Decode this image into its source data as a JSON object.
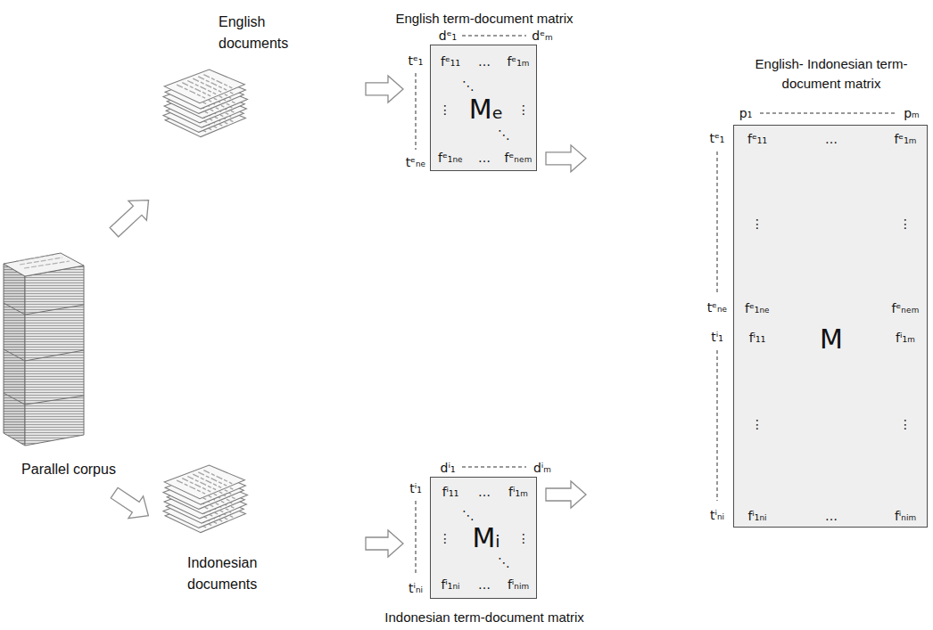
{
  "diagram": {
    "nodes": [
      {
        "text": [
          "Parallel corpus"
        ]
      },
      {
        "text": [
          "English documents"
        ]
      },
      {
        "text": [
          "Indonesian documents"
        ]
      },
      {
        "text": [
          "English term-document matrix",
          "fᵉ₁₁",
          "…",
          "fᵉ₁ₘ",
          "⋱",
          "⋮",
          "Mₑ",
          "⋮",
          "⋱",
          "fᵉ₁ₙₑ",
          "…",
          "fᵉₙₑₘ"
        ]
      },
      {
        "text": [
          "fⁱ₁₁",
          "…",
          "fⁱ₁ₘ",
          "⋱",
          "⋮",
          "Mᵢ",
          "⋮",
          "⋱",
          "fⁱ₁ₙᵢ",
          "…",
          "fⁱₙᵢₘ",
          "Indonesian term-document matrix"
        ]
      },
      {
        "text": [
          "English- Indonesian term-document matrix",
          "fᵉ₁₁",
          "…",
          "fᵉ₁ₘ",
          "⋮",
          "⋮",
          "fᵉ₁ₙₑ",
          "fᵉₙₑₘ",
          "fⁱ₁₁",
          "M",
          "fⁱ₁ₘ",
          "⋮",
          "⋮",
          "fⁱ₁ₙᵢ",
          "…",
          "fⁱₙᵢₘ"
        ]
      }
    ],
    "edges": [
      {
        "from": 0,
        "to": 1,
        "arrow": "to"
      },
      {
        "from": 0,
        "to": 2,
        "arrow": "to"
      },
      {
        "from": 1,
        "to": 3,
        "arrow": "to"
      },
      {
        "from": 2,
        "to": 4,
        "arrow": "to"
      },
      {
        "from": 3,
        "to": 5,
        "arrow": "to"
      },
      {
        "from": 4,
        "to": 5,
        "arrow": "to"
      }
    ],
    "labels": [
      "dᵉ₁",
      "dᵉₘ",
      "tᵉ₁",
      "tᵉₙₑ",
      "dⁱ₁",
      "dⁱₘ",
      "tⁱ₁",
      "tⁱₙᵢ",
      "p₁",
      "pₘ",
      "tᵉ₁",
      "tᵉₙₑ",
      "tⁱ₁",
      "tⁱₙᵢ"
    ]
  }
}
